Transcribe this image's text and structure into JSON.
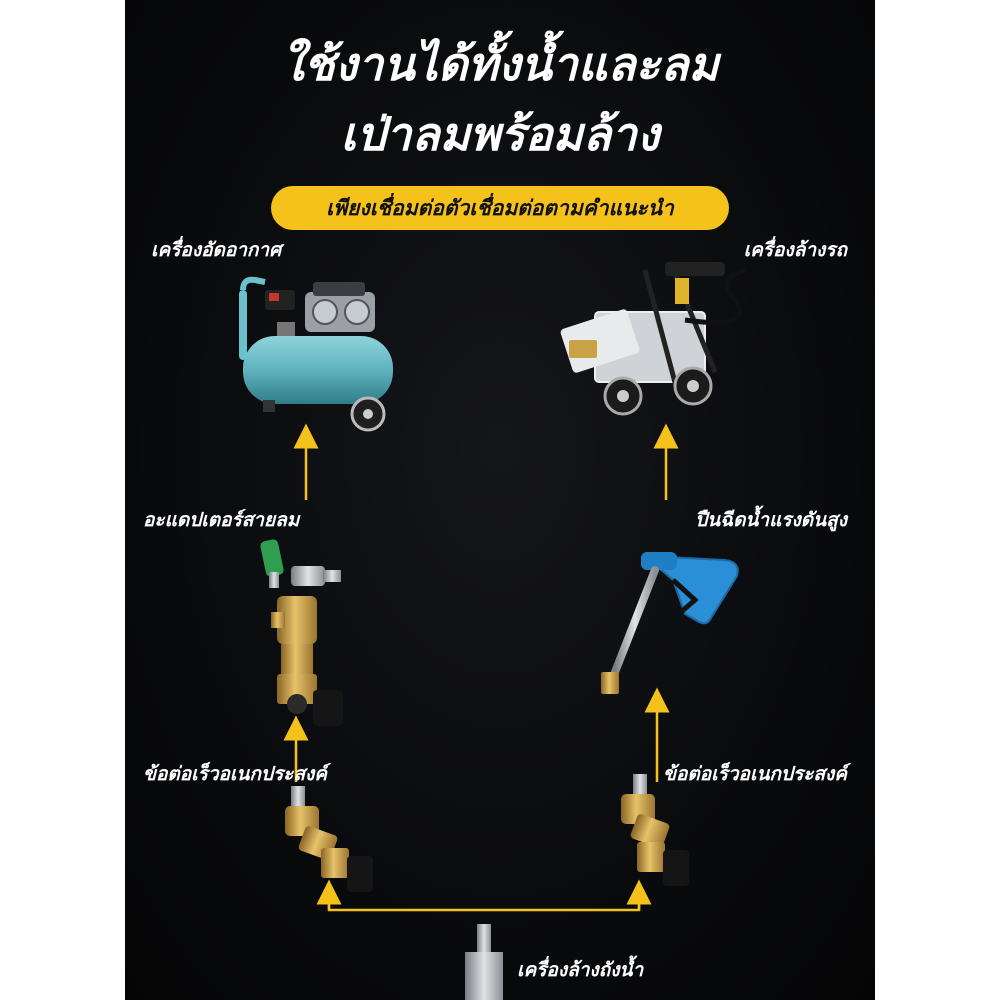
{
  "title": {
    "line1": "ใช้งานได้ทั้งน้ำและลม",
    "line2": "เป่าลมพร้อมล้าง"
  },
  "banner": {
    "text": "เพียงเชื่อมต่อตัวเชื่อมต่อตามคำแนะนำ"
  },
  "nodes": {
    "air_compressor": "เครื่องอัดอากาศ",
    "car_washer": "เครื่องล้างรถ",
    "air_hose_adapter": "อะแดปเตอร์สายลม",
    "high_pressure_gun": "ปืนฉีดน้ำแรงดันสูง",
    "quick_connector_left": "ข้อต่อเร็วอเนกประสงค์",
    "quick_connector_right": "ข้อต่อเร็วอเนกประสงค์",
    "bucket_washer": "เครื่องล้างถังน้ำ"
  },
  "colors": {
    "background": "#08090b",
    "accent": "#f4c21a",
    "text": "#ffffff",
    "compressor": "#5fb3bf",
    "gun": "#2a8fd6",
    "brass": "#c9a146"
  }
}
